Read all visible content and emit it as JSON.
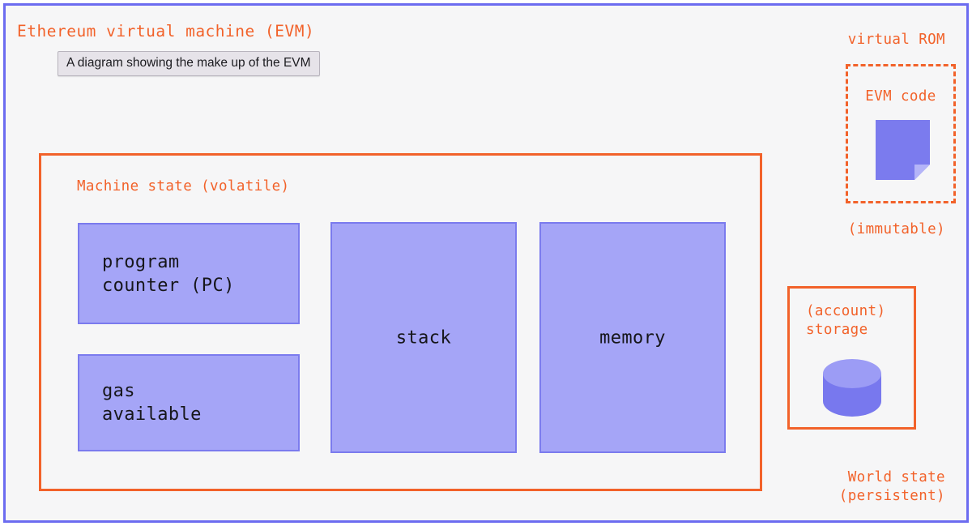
{
  "colors": {
    "canvas_border": "#6c6cf0",
    "canvas_background": "#f6f6f7",
    "accent_orange": "#f2622a",
    "block_fill": "#a5a5f7",
    "block_border": "#7b7bee",
    "icon_purple": "#7b7bee",
    "icon_purple_light": "#9c9cf5",
    "tooltip_background": "#e6e3e9",
    "text_dark": "#16161a"
  },
  "diagram": {
    "title": "Ethereum virtual machine (EVM)",
    "caption": "A diagram showing the make up of the EVM"
  },
  "machine_state": {
    "label": "Machine state (volatile)",
    "blocks": [
      {
        "name": "program-counter",
        "label": "program\ncounter (PC)",
        "align": "left"
      },
      {
        "name": "gas-available",
        "label": "gas\navailable",
        "align": "left"
      },
      {
        "name": "stack",
        "label": "stack",
        "align": "center"
      },
      {
        "name": "memory",
        "label": "memory",
        "align": "center"
      }
    ]
  },
  "virtual_rom": {
    "label": "virtual ROM",
    "inner_label": "EVM code",
    "icon": "document-icon",
    "footnote": "(immutable)"
  },
  "world_state": {
    "storage_label": "(account)\nstorage",
    "icon": "database-cylinder-icon",
    "footnote": "World state\n(persistent)"
  }
}
